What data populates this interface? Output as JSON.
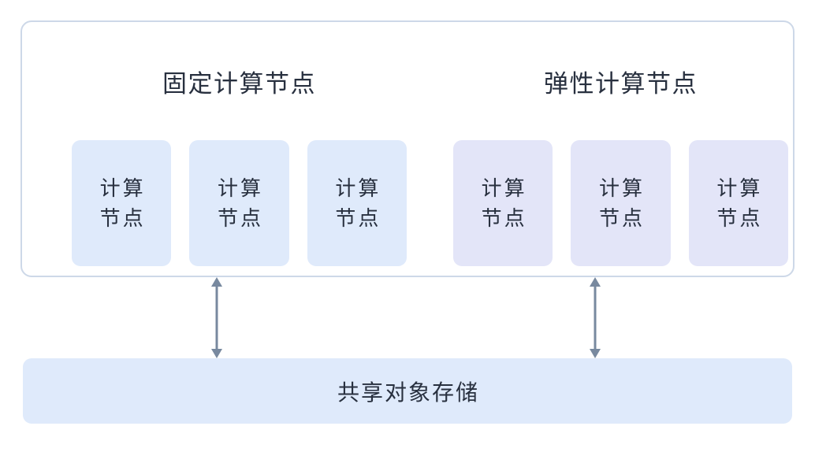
{
  "diagram": {
    "title_fixed": "固定计算节点",
    "title_elastic": "弹性计算节点",
    "storage_label": "共享对象存储",
    "colors": {
      "container_border": "#cdd8e8",
      "container_fill": "#ffffff",
      "fixed_node_fill": "#dfeafb",
      "elastic_node_fill": "#e3e5f8",
      "storage_fill": "#dfeafb",
      "text": "#28303f",
      "arrow": "#78899f"
    },
    "groups": [
      {
        "id": "fixed",
        "title": "固定计算节点",
        "nodes": [
          {
            "line1": "计算",
            "line2": "节点"
          },
          {
            "line1": "计算",
            "line2": "节点"
          },
          {
            "line1": "计算",
            "line2": "节点"
          }
        ]
      },
      {
        "id": "elastic",
        "title": "弹性计算节点",
        "nodes": [
          {
            "line1": "计算",
            "line2": "节点"
          },
          {
            "line1": "计算",
            "line2": "节点"
          },
          {
            "line1": "计算",
            "line2": "节点"
          }
        ]
      }
    ],
    "connectors": [
      {
        "id": "fixed-to-storage",
        "icon": "double-arrow-vertical-icon"
      },
      {
        "id": "elastic-to-storage",
        "icon": "double-arrow-vertical-icon"
      }
    ]
  }
}
